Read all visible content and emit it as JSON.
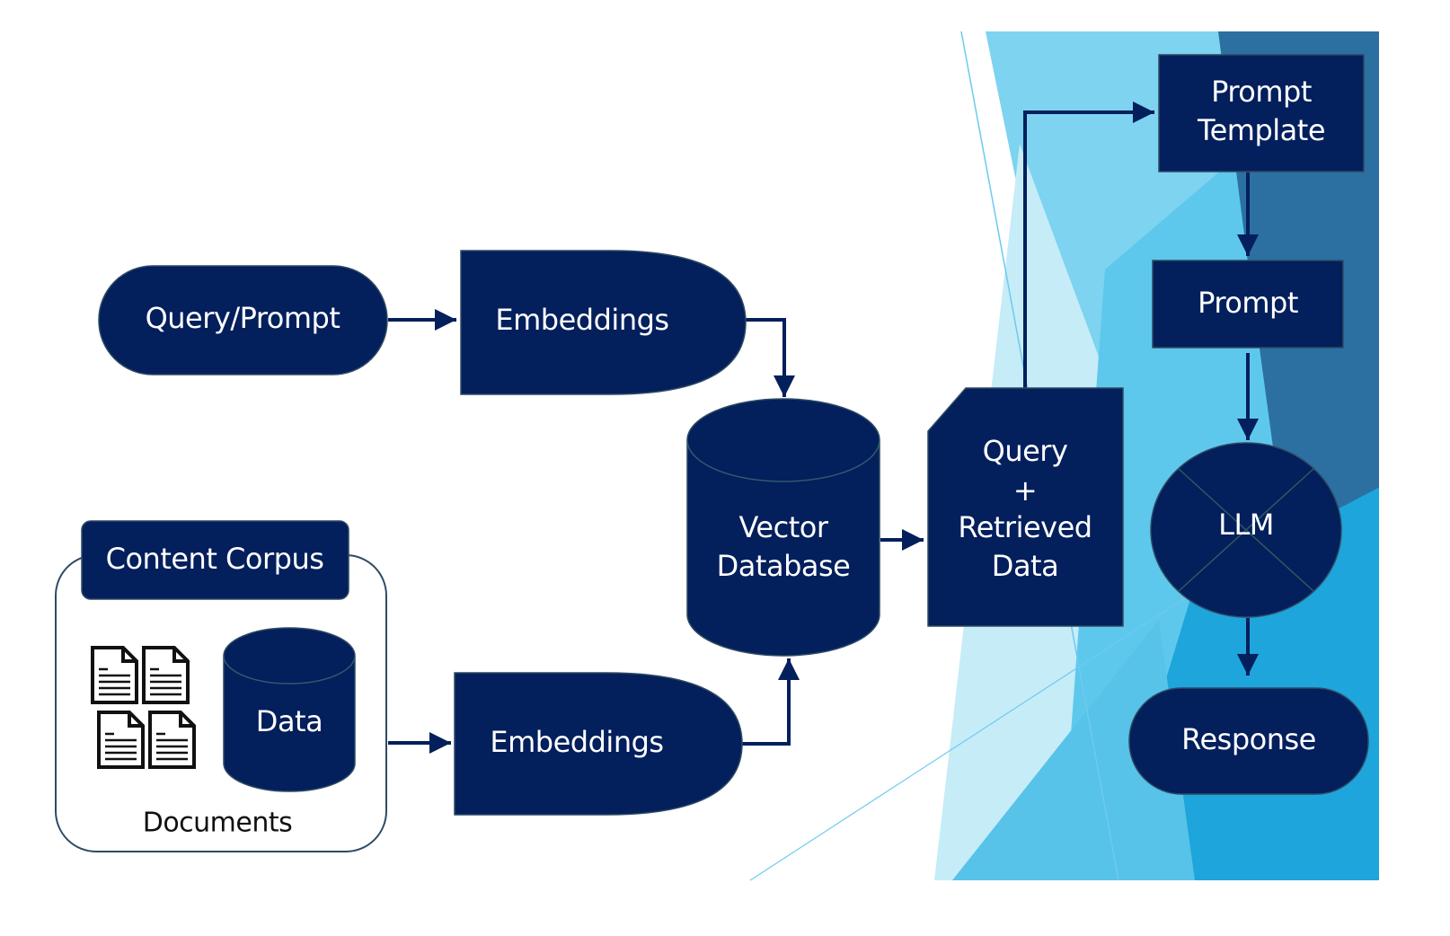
{
  "colors": {
    "node_fill": "#031f5c",
    "node_text": "#ffffff",
    "connector": "#031f5c",
    "bg_light_blue": "#7dd3f0",
    "bg_mid_blue": "#5ec8ec",
    "bg_dark_blue": "#2c70a2",
    "bg_pale_blue": "#c6ecf8",
    "bg_bright_blue": "#1da5dc"
  },
  "nodes": {
    "query_prompt": "Query/Prompt",
    "embeddings_top": "Embeddings",
    "content_corpus": "Content Corpus",
    "data_store": "Data",
    "documents": "Documents",
    "embeddings_bottom": "Embeddings",
    "vector_database": [
      "Vector",
      "Database"
    ],
    "query_retrieved": [
      "Query",
      "+",
      "Retrieved",
      "Data"
    ],
    "prompt_template": [
      "Prompt",
      "Template"
    ],
    "prompt": "Prompt",
    "llm": "LLM",
    "response": "Response"
  },
  "icons": {
    "documents": "document-stack-icon",
    "database": "cylinder-database-icon"
  },
  "edges": [
    {
      "from": "Query/Prompt",
      "to": "Embeddings (top)"
    },
    {
      "from": "Embeddings (top)",
      "to": "Vector Database"
    },
    {
      "from": "Content Corpus",
      "to": "Embeddings (bottom)"
    },
    {
      "from": "Embeddings (bottom)",
      "to": "Vector Database"
    },
    {
      "from": "Vector Database",
      "to": "Query + Retrieved Data"
    },
    {
      "from": "Query + Retrieved Data",
      "to": "Prompt Template"
    },
    {
      "from": "Prompt Template",
      "to": "Prompt"
    },
    {
      "from": "Prompt",
      "to": "LLM"
    },
    {
      "from": "LLM",
      "to": "Response"
    }
  ]
}
